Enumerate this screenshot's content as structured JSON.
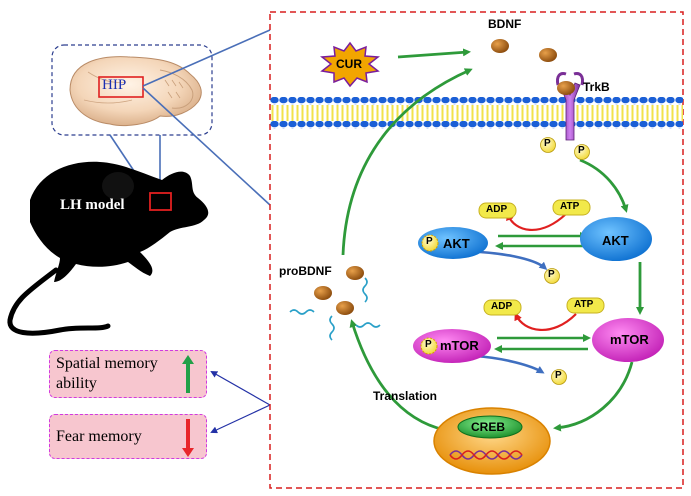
{
  "left": {
    "hip_label": "HIP",
    "model_label": "LH model",
    "effects": [
      {
        "label_line1": "Spatial memory",
        "label_line2": "ability",
        "direction": "up",
        "color": "#22a048"
      },
      {
        "label_line1": "Fear memory",
        "label_line2": "",
        "direction": "down",
        "color": "#e8262b"
      }
    ]
  },
  "pathway": {
    "cur": "CUR",
    "bdnf": "BDNF",
    "trkb": "TrkB",
    "probdnf": "proBDNF",
    "akt": "AKT",
    "akt_p": "AKT",
    "mtor": "mTOR",
    "mtor_p": "mTOR",
    "adp": "ADP",
    "atp": "ATP",
    "phospho": "P",
    "creb": "CREB",
    "translation": "Translation"
  },
  "colors": {
    "frame": "#d81e1e",
    "connector": "#4a6fb8",
    "arrow_green": "#2e9a3a",
    "arrow_red": "#e02020",
    "arrow_blue": "#3f6fc0",
    "akt": "#1e8fe6",
    "mtor": "#e23fd6",
    "cur": "#f2a500",
    "creb": "#22b23a",
    "cell": "#f2a21a",
    "membrane": "#1b5fd6",
    "bead_yellow": "#f1e24a"
  }
}
